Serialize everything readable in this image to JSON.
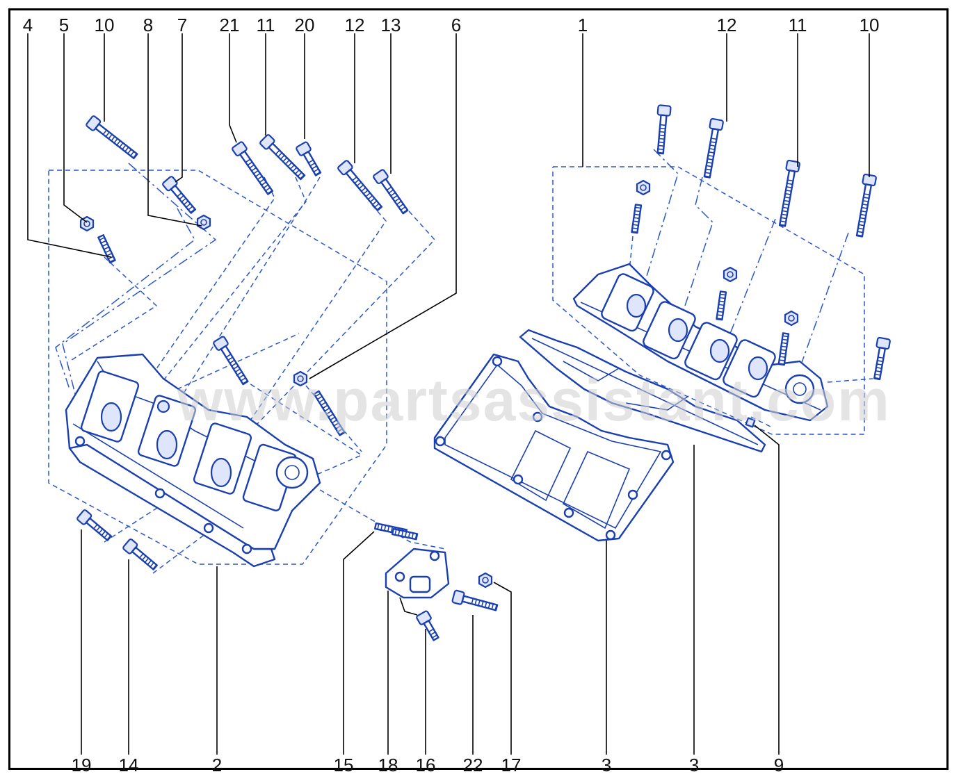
{
  "watermark": "www.partsassistant.com",
  "colors": {
    "line_art": "#1a3fb0",
    "leader": "#000000",
    "watermark": "#cfcfcf",
    "frame": "#000000"
  },
  "labels_top": [
    "4",
    "5",
    "10",
    "8",
    "7",
    "21",
    "11",
    "20",
    "12",
    "13",
    "6",
    "1",
    "12",
    "11",
    "10"
  ],
  "labels_bottom": [
    "19",
    "14",
    "2",
    "15",
    "18",
    "16",
    "22",
    "17",
    "3",
    "3",
    "9"
  ]
}
